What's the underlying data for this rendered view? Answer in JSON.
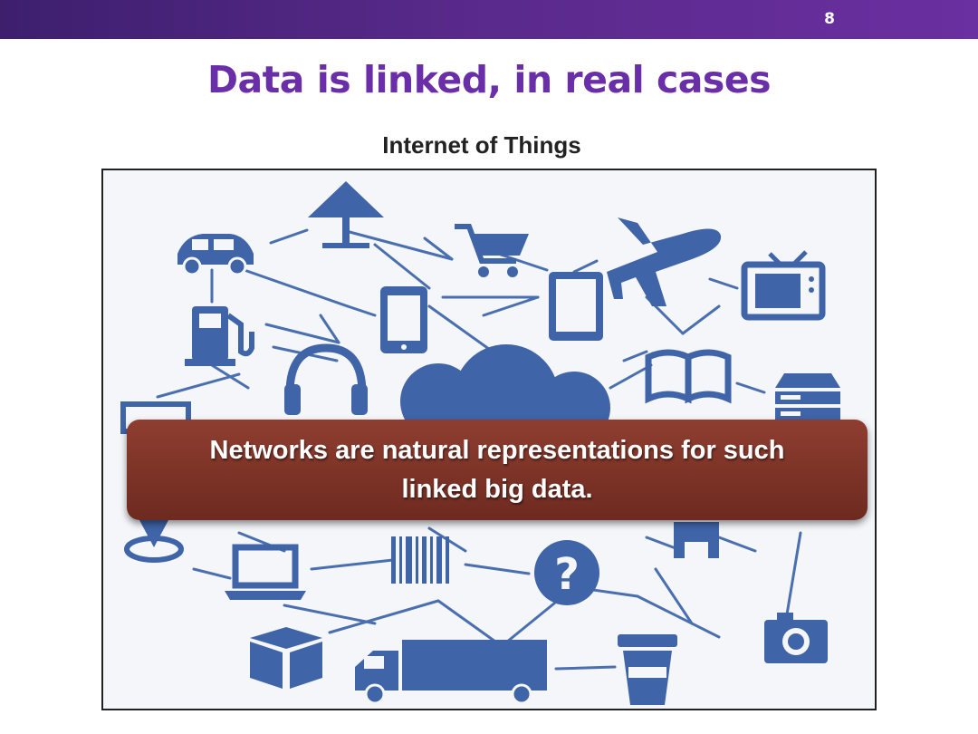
{
  "slide": {
    "number": "8",
    "title": "Data is linked, in real cases",
    "subtitle": "Internet of Things",
    "callout": "Networks are natural representations for such linked big data."
  },
  "colors": {
    "header_bar": "#5a2a8c",
    "title": "#6a2fa8",
    "icon_blue": "#3f64a8",
    "callout_background": "#7a3226"
  },
  "figure": {
    "icons": [
      "car-icon",
      "lamp-icon",
      "shopping-cart-icon",
      "airplane-icon",
      "tv-icon",
      "fuel-pump-icon",
      "phone-icon",
      "tablet-icon",
      "headphones-icon",
      "cloud-icon",
      "book-icon",
      "server-icon",
      "monitor-icon",
      "location-pin-icon",
      "laptop-icon",
      "barcode-icon",
      "question-icon",
      "house-icon",
      "camera-icon",
      "package-icon",
      "truck-icon",
      "coffee-cup-icon"
    ],
    "glyphs": {
      "question_mark": "?"
    }
  }
}
